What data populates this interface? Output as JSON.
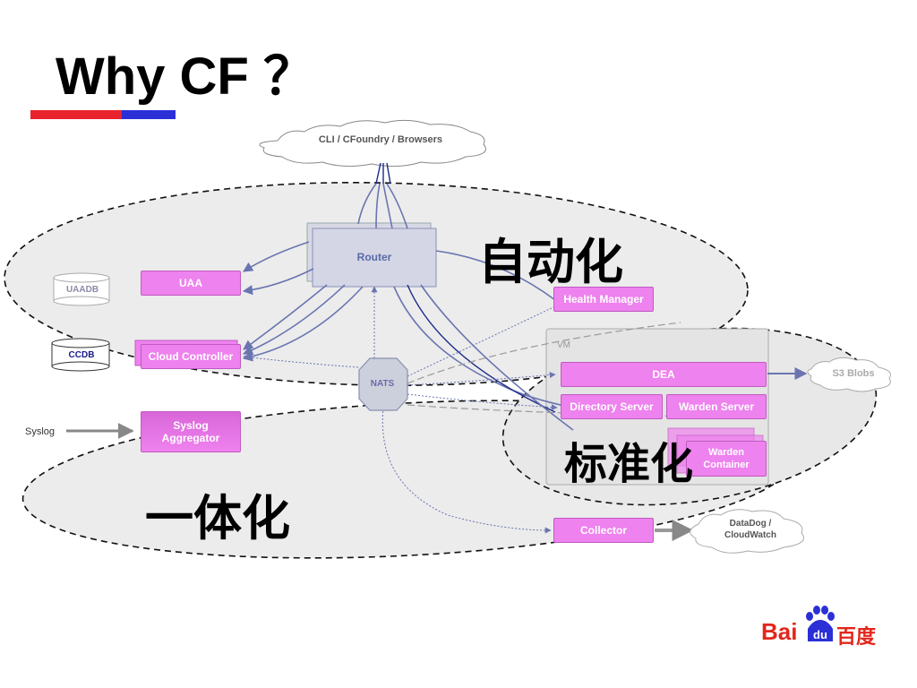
{
  "title": "Why CF ？",
  "clouds": {
    "top": "CLI / CFoundry / Browsers",
    "s3": "S3 Blobs",
    "datadog": "DataDog /\nCloudWatch"
  },
  "components": {
    "router": "Router",
    "uaa": "UAA",
    "uaadb": "UAADB",
    "ccdb": "CCDB",
    "cloud_controller": "Cloud Controller",
    "health_manager": "Health Manager",
    "nats": "NATS",
    "vm": "VM",
    "dea": "DEA",
    "directory_server": "Directory Server",
    "warden_server": "Warden Server",
    "warden_container": "Warden\nContainer",
    "syslog_aggregator": "Syslog\nAggregator",
    "syslog": "Syslog",
    "collector": "Collector"
  },
  "annotations": {
    "automation": "自动化",
    "standardization": "标准化",
    "integration": "一体化"
  },
  "logo": {
    "left": "Bai",
    "paw_text": "du",
    "right": "百度",
    "color": "#e2261c"
  },
  "colors": {
    "node": "#ee82ee",
    "line": "#6a75b0",
    "accent_red": "#e8232d",
    "accent_blue": "#2a2fd6"
  }
}
